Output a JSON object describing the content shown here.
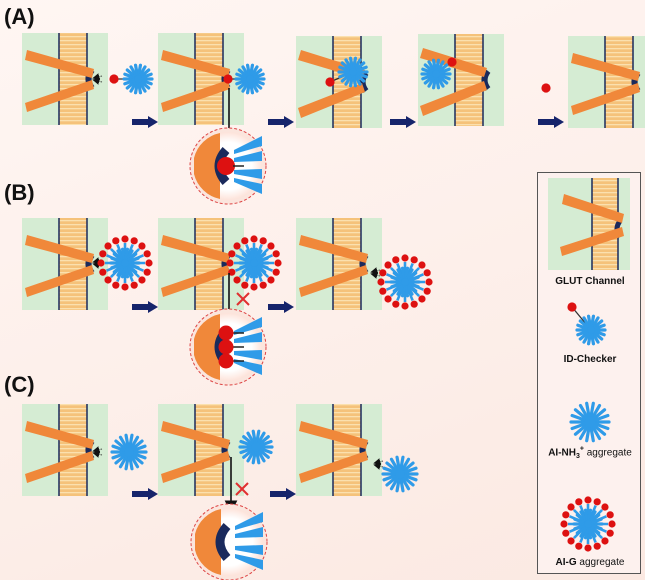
{
  "panels": [
    {
      "label": "(A)"
    },
    {
      "label": "(B)"
    },
    {
      "label": "(C)"
    }
  ],
  "legend": {
    "glut_channel": "GLUT Channel",
    "id_checker": "ID-Checker",
    "ai_nh3_prefix": "AI-NH",
    "ai_nh3_sub": "3",
    "ai_nh3_sup": "+",
    "ai_nh3_suffix": " aggregate",
    "ai_g_prefix": "AI-G",
    "ai_g_suffix": " aggregate"
  },
  "colors": {
    "channel_bg": "#d5ecd3",
    "membrane_stripe": "#f5c27a",
    "membrane_line": "#1a2a5c",
    "protein_arm": "#f0883a",
    "aie_blue": "#2f9be8",
    "red_ball": "#dd1111",
    "arrow_navy": "#16246b",
    "x_mark": "#e03030"
  },
  "icons": [
    "glut-channel-icon",
    "id-checker-icon",
    "ai-nh3-aggregate-icon",
    "ai-g-aggregate-icon",
    "blocked-x-icon",
    "process-arrow-icon"
  ]
}
